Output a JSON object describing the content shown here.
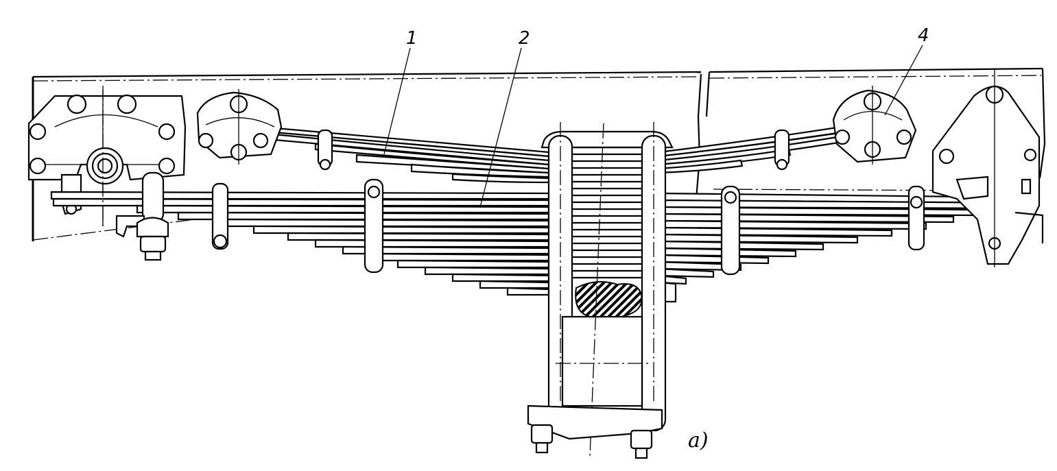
{
  "figure": {
    "callouts": [
      {
        "id": "leader-1",
        "label": "1"
      },
      {
        "id": "leader-2",
        "label": "2"
      },
      {
        "id": "leader-4",
        "label": "4"
      }
    ],
    "caption": "a)"
  },
  "colors": {
    "ink": "#000000",
    "paper": "#ffffff"
  }
}
